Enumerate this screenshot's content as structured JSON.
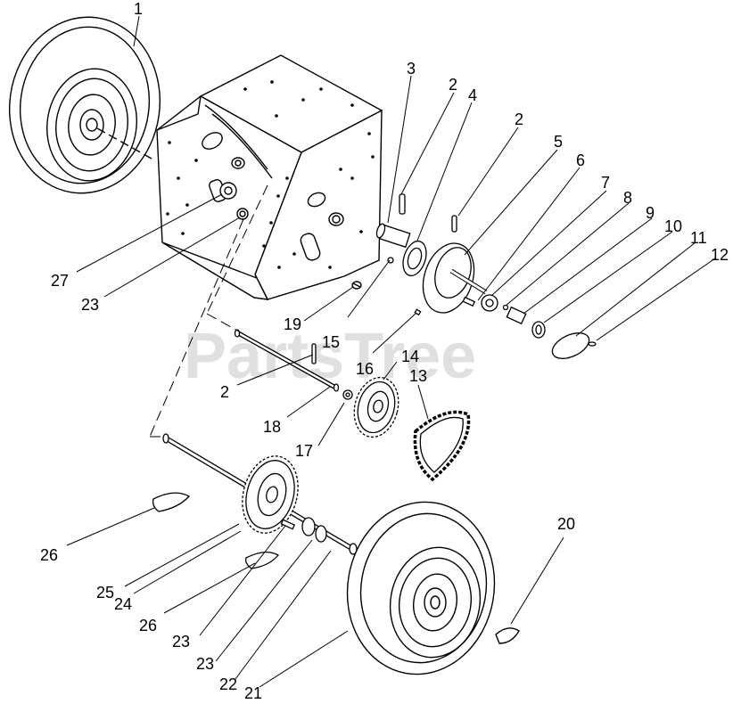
{
  "watermark": "PartsTree",
  "callouts": [
    {
      "id": "c1",
      "text": "1"
    },
    {
      "id": "c2a",
      "text": "2"
    },
    {
      "id": "c2b",
      "text": "2"
    },
    {
      "id": "c2c",
      "text": "2"
    },
    {
      "id": "c3",
      "text": "3"
    },
    {
      "id": "c4",
      "text": "4"
    },
    {
      "id": "c5",
      "text": "5"
    },
    {
      "id": "c6",
      "text": "6"
    },
    {
      "id": "c7",
      "text": "7"
    },
    {
      "id": "c8",
      "text": "8"
    },
    {
      "id": "c9",
      "text": "9"
    },
    {
      "id": "c10",
      "text": "10"
    },
    {
      "id": "c11",
      "text": "11"
    },
    {
      "id": "c12",
      "text": "12"
    },
    {
      "id": "c13",
      "text": "13"
    },
    {
      "id": "c14",
      "text": "14"
    },
    {
      "id": "c15",
      "text": "15"
    },
    {
      "id": "c16",
      "text": "16"
    },
    {
      "id": "c17",
      "text": "17"
    },
    {
      "id": "c18",
      "text": "18"
    },
    {
      "id": "c19",
      "text": "19"
    },
    {
      "id": "c20",
      "text": "20"
    },
    {
      "id": "c21",
      "text": "21"
    },
    {
      "id": "c22",
      "text": "22"
    },
    {
      "id": "c23a",
      "text": "23"
    },
    {
      "id": "c23b",
      "text": "23"
    },
    {
      "id": "c23c",
      "text": "23"
    },
    {
      "id": "c24",
      "text": "24"
    },
    {
      "id": "c25",
      "text": "25"
    },
    {
      "id": "c26a",
      "text": "26"
    },
    {
      "id": "c26b",
      "text": "26"
    },
    {
      "id": "c27",
      "text": "27"
    }
  ]
}
